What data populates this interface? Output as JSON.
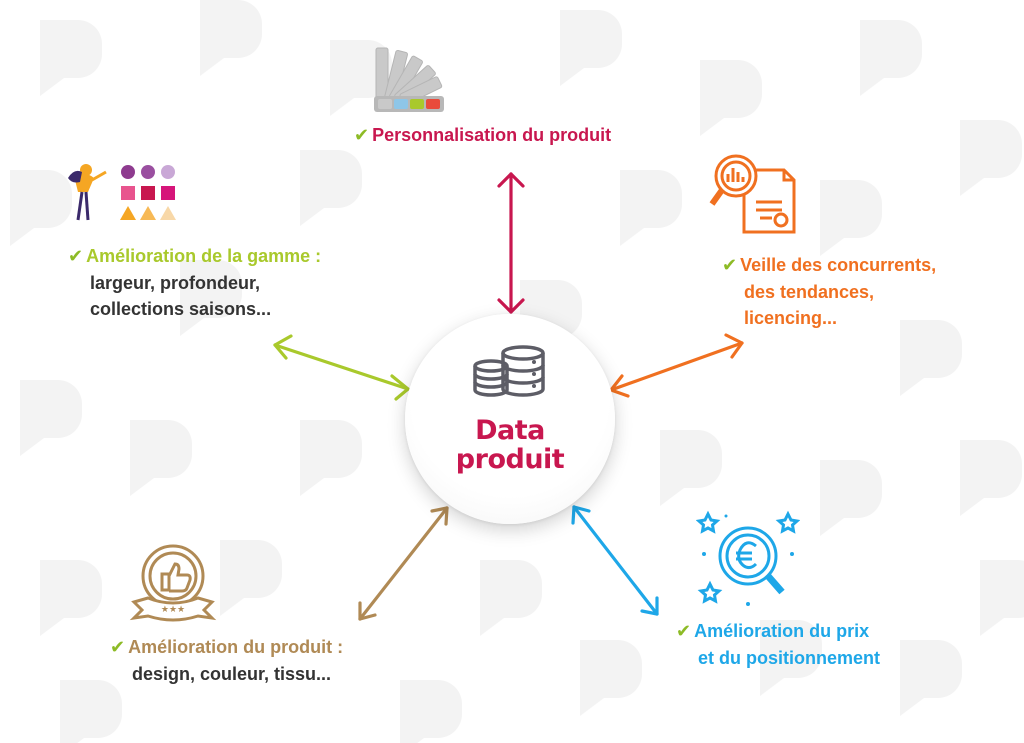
{
  "center": {
    "line1": "Data",
    "line2": "produit",
    "icon": "database-icon"
  },
  "nodes": {
    "personnalisation": {
      "title": "Personnalisation du produit",
      "color": "#c8174f",
      "icon": "color-swatch-icon"
    },
    "veille": {
      "line1": "Veille des concurrents,",
      "line2": "des tendances,",
      "line3": "licencing...",
      "color": "#f07020",
      "icon": "magnifier-report-icon"
    },
    "prix": {
      "line1": "Amélioration du prix",
      "line2": "et du positionnement",
      "color": "#1ea7e8",
      "icon": "euro-magnifier-icon"
    },
    "produit": {
      "title": "Amélioration du produit :",
      "detail": "design, couleur, tissu...",
      "color": "#b08a55",
      "icon": "thumbs-up-badge-icon"
    },
    "gamme": {
      "title": "Amélioration de la gamme :",
      "detail1": "largeur, profondeur,",
      "detail2": "collections saisons...",
      "color": "#a9c92c",
      "icon": "assortment-shapes-icon"
    }
  },
  "check_color": "#8dbb26",
  "check_glyph": "✔"
}
